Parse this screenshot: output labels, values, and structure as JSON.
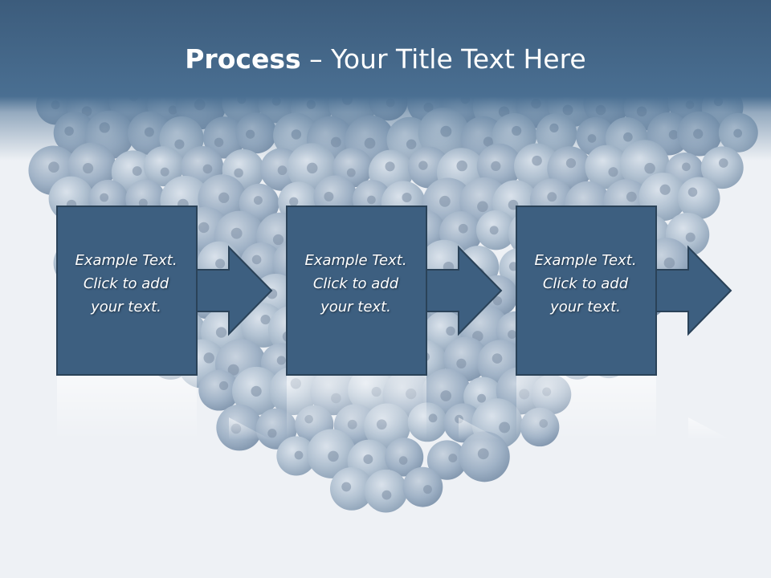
{
  "slide": {
    "title_bold": "Process",
    "title_rest": " – Your Title Text Here"
  },
  "steps": [
    {
      "line1": "Example Text.",
      "line2": "Click  to add",
      "line3": "your text."
    },
    {
      "line1": "Example Text.",
      "line2": "Click  to add",
      "line3": "your text."
    },
    {
      "line1": "Example Text.",
      "line2": "Click  to add",
      "line3": "your text."
    }
  ],
  "colors": {
    "title_band": "#4a6f92",
    "box_fill": "#3d5f80",
    "box_border": "#2a4258",
    "background": "#eef1f5",
    "berries": "#9fb1c6"
  }
}
